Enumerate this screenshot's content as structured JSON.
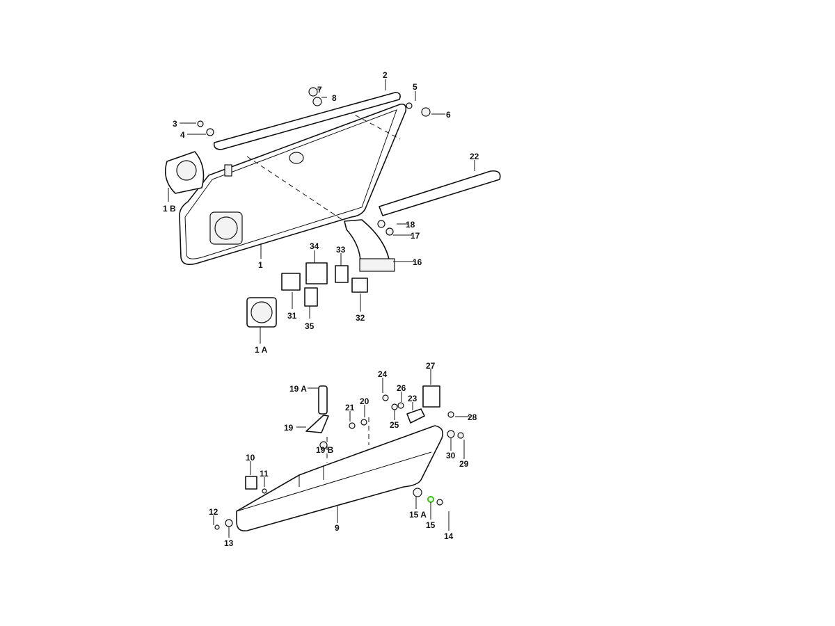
{
  "diagram": {
    "title_hidden": null,
    "highlight_color": "#3bbf1a",
    "highlighted_part": "15",
    "callouts": {
      "p1": "1",
      "p1A": "1 A",
      "p1B": "1 B",
      "p2": "2",
      "p3": "3",
      "p4": "4",
      "p5": "5",
      "p6": "6",
      "p7": "7",
      "p8": "8",
      "p9": "9",
      "p10": "10",
      "p11": "11",
      "p12": "12",
      "p13": "13",
      "p14": "14",
      "p15": "15",
      "p15A": "15 A",
      "p16": "16",
      "p17": "17",
      "p18": "18",
      "p19": "19",
      "p19A": "19 A",
      "p19B": "19 B",
      "p20": "20",
      "p21": "21",
      "p22": "22",
      "p23": "23",
      "p24": "24",
      "p25": "25",
      "p26": "26",
      "p27": "27",
      "p28": "28",
      "p29": "29",
      "p30": "30",
      "p31": "31",
      "p32": "32",
      "p33": "33",
      "p34": "34",
      "p35": "35"
    }
  }
}
